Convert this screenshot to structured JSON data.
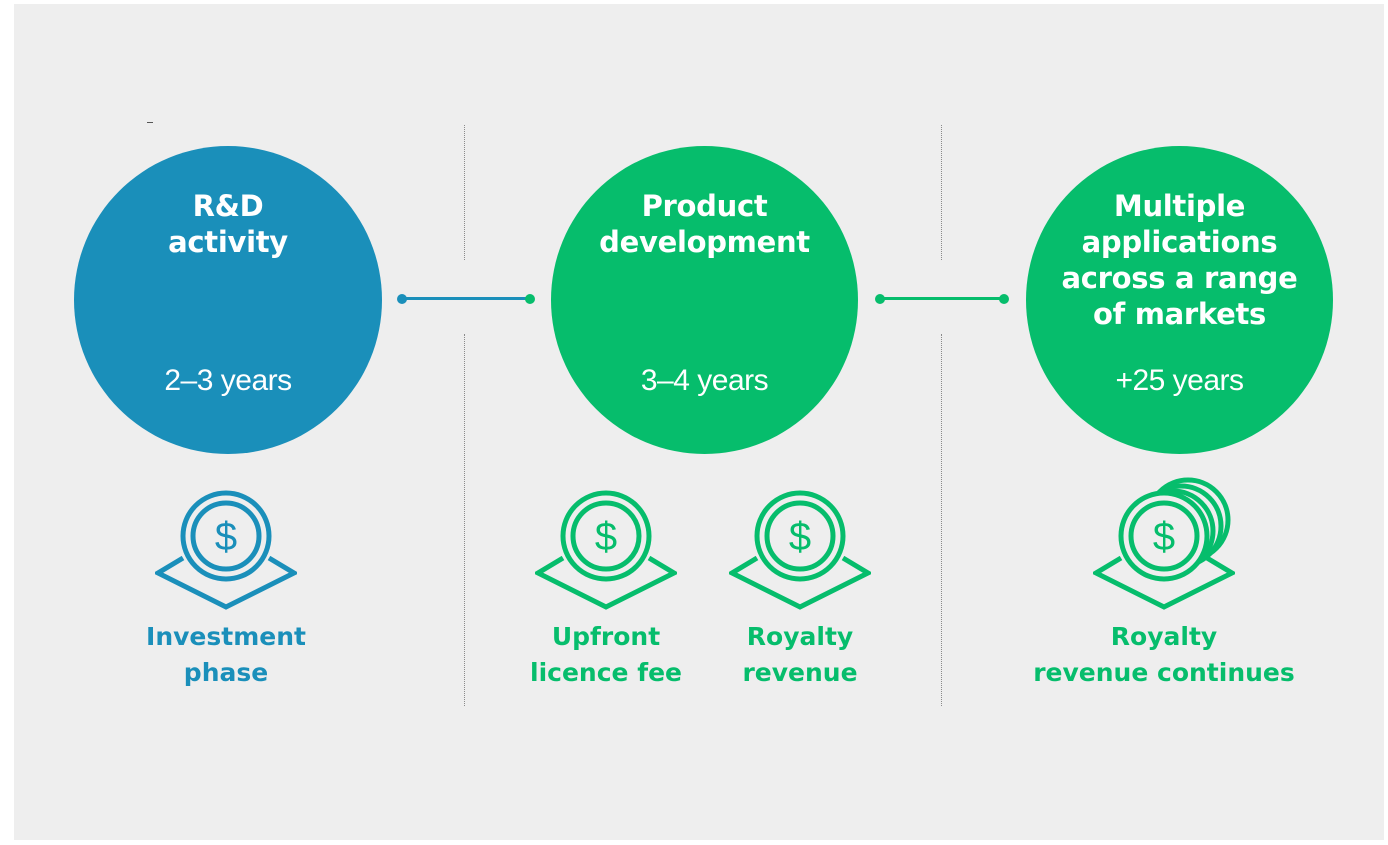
{
  "colors": {
    "blue": "#1a8fba",
    "green": "#06bd6c",
    "background": "#eeeeee"
  },
  "stages": [
    {
      "title": "R&D\nactivity",
      "duration": "2–3 years"
    },
    {
      "title": "Product\ndevelopment",
      "duration": "3–4 years"
    },
    {
      "title": "Multiple\napplications\nacross a range\nof markets",
      "duration": "+25 years"
    }
  ],
  "revenue_items": [
    {
      "label": "Investment\nphase",
      "icon": "dollar-coin-in-hand-icon"
    },
    {
      "label": "Upfront\nlicence fee",
      "icon": "dollar-coin-in-hand-icon"
    },
    {
      "label": "Royalty\nrevenue",
      "icon": "dollar-coin-in-hand-icon"
    },
    {
      "label": "Royalty\nrevenue continues",
      "icon": "dollar-coin-stack-in-hand-icon"
    }
  ]
}
